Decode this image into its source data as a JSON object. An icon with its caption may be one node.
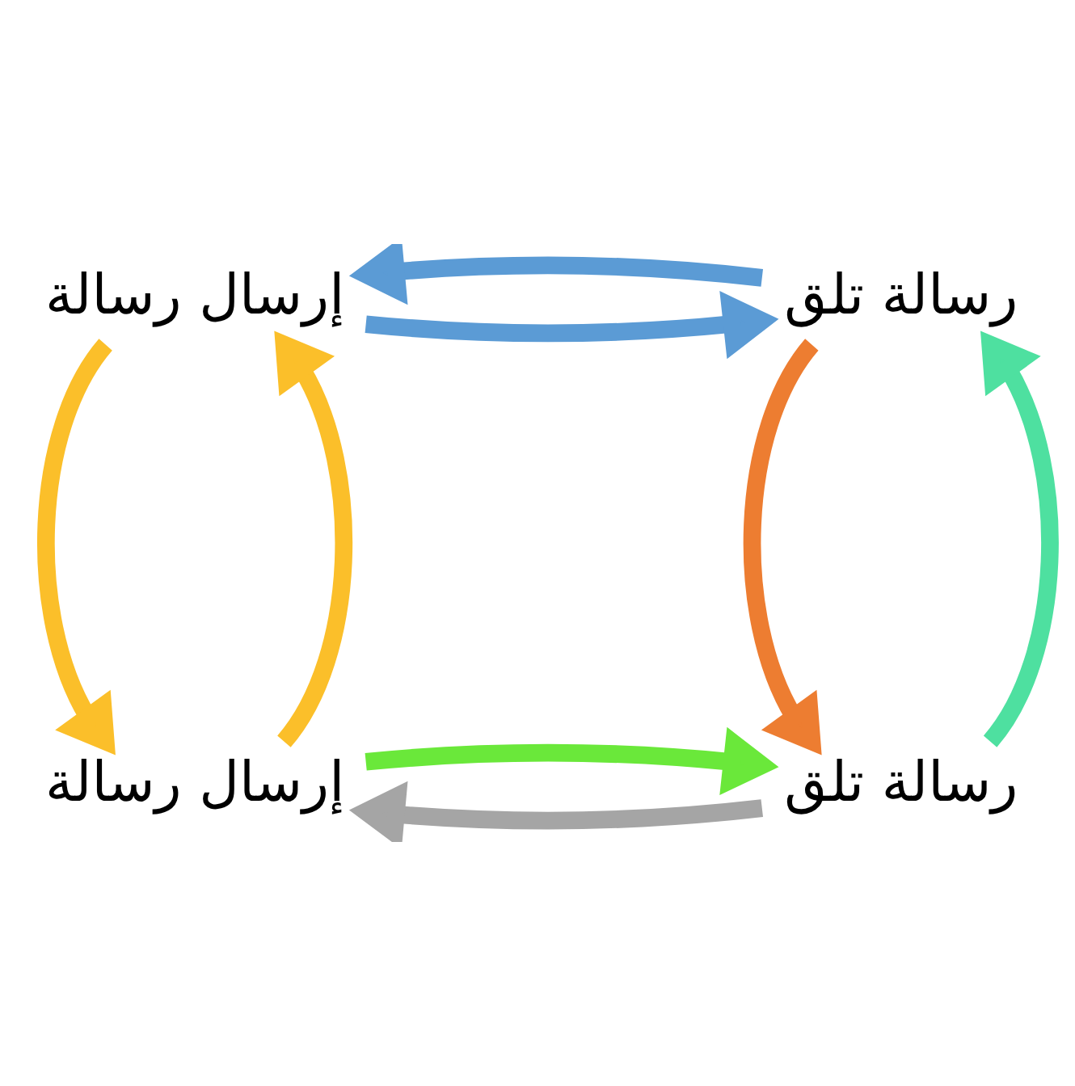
{
  "diagram": {
    "nodes": [
      {
        "text": [
          "إرسال رسالة"
        ]
      },
      {
        "text": [
          "رسالة تلق"
        ]
      },
      {
        "text": [
          "إرسال رسالة"
        ]
      },
      {
        "text": [
          "رسالة تلق"
        ]
      }
    ],
    "edges": [
      {
        "from": 0,
        "to": 1,
        "arrow": "to",
        "color": "#5b9bd5"
      },
      {
        "from": 1,
        "to": 0,
        "arrow": "to",
        "color": "#5b9bd5"
      },
      {
        "from": 1,
        "to": 3,
        "arrow": "to",
        "color": "#ed7d31"
      },
      {
        "from": 3,
        "to": 1,
        "arrow": "to",
        "color": "#4ee0a0"
      },
      {
        "from": 3,
        "to": 2,
        "arrow": "to",
        "color": "#a5a5a5"
      },
      {
        "from": 2,
        "to": 3,
        "arrow": "to",
        "color": "#6ae83a"
      },
      {
        "from": 0,
        "to": 2,
        "arrow": "to",
        "color": "#fbbf2a"
      },
      {
        "from": 2,
        "to": 0,
        "arrow": "to",
        "color": "#fbbf2a"
      }
    ]
  }
}
